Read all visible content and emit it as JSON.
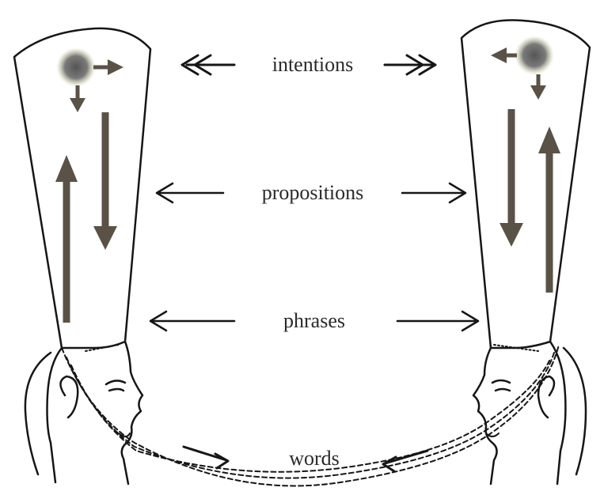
{
  "labels": {
    "intentions": "intentions",
    "propositions": "propositions",
    "phrases": "phrases",
    "words": "words"
  },
  "colors": {
    "ink": "#161616",
    "arrow": "#5a5246",
    "glow": "#6b6b6b"
  },
  "icons": {
    "left_head": "head-profile-facing-right-icon",
    "right_head": "head-profile-facing-left-icon",
    "thought_glow": "thought-glow-icon"
  }
}
